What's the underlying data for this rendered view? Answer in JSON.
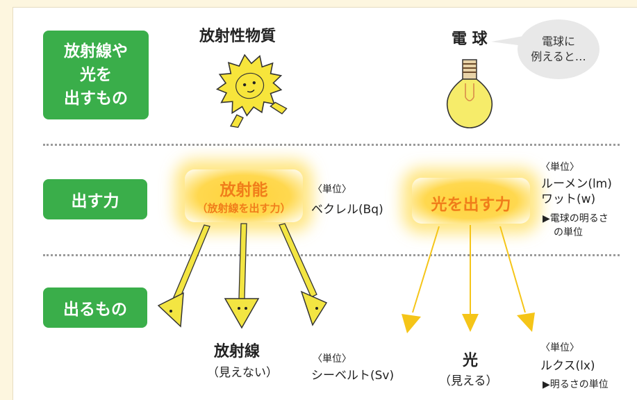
{
  "row_labels": {
    "emitters": [
      "放射線や",
      "光を",
      "出すもの"
    ],
    "power": "出す力",
    "output": "出るもの"
  },
  "left": {
    "header": "放射性物質",
    "ability_title": "放射能",
    "ability_sub": "（放射線を出す力）",
    "ability_unit_label": "〈単位〉",
    "ability_unit": "ベクレル(Bq)",
    "output_name": "放射線",
    "output_sub": "（見えない）",
    "output_unit_label": "〈単位〉",
    "output_unit": "シーベルト(Sv)"
  },
  "right": {
    "header": "電 球",
    "bubble": [
      "電球に",
      "例えると…"
    ],
    "ability_title": "光を出す力",
    "ability_unit_label": "〈単位〉",
    "ability_unit_1": "ルーメン(lm)",
    "ability_unit_2": "ワット(w)",
    "ability_note_1": "▶電球の明るさ",
    "ability_note_2": "の単位",
    "output_name": "光",
    "output_sub": "（見える）",
    "output_unit_label": "〈単位〉",
    "output_unit": "ルクス(lx)",
    "output_note": "▶明るさの単位"
  },
  "colors": {
    "green": "#3aae4a",
    "glow": "#ffd84f",
    "orange_text": "#f07d1a",
    "arrow": "#f5c518"
  },
  "icons": [
    "lion-mascot-icon",
    "light-bulb-icon",
    "character-arrow-icon",
    "light-ray-arrow-icon"
  ]
}
